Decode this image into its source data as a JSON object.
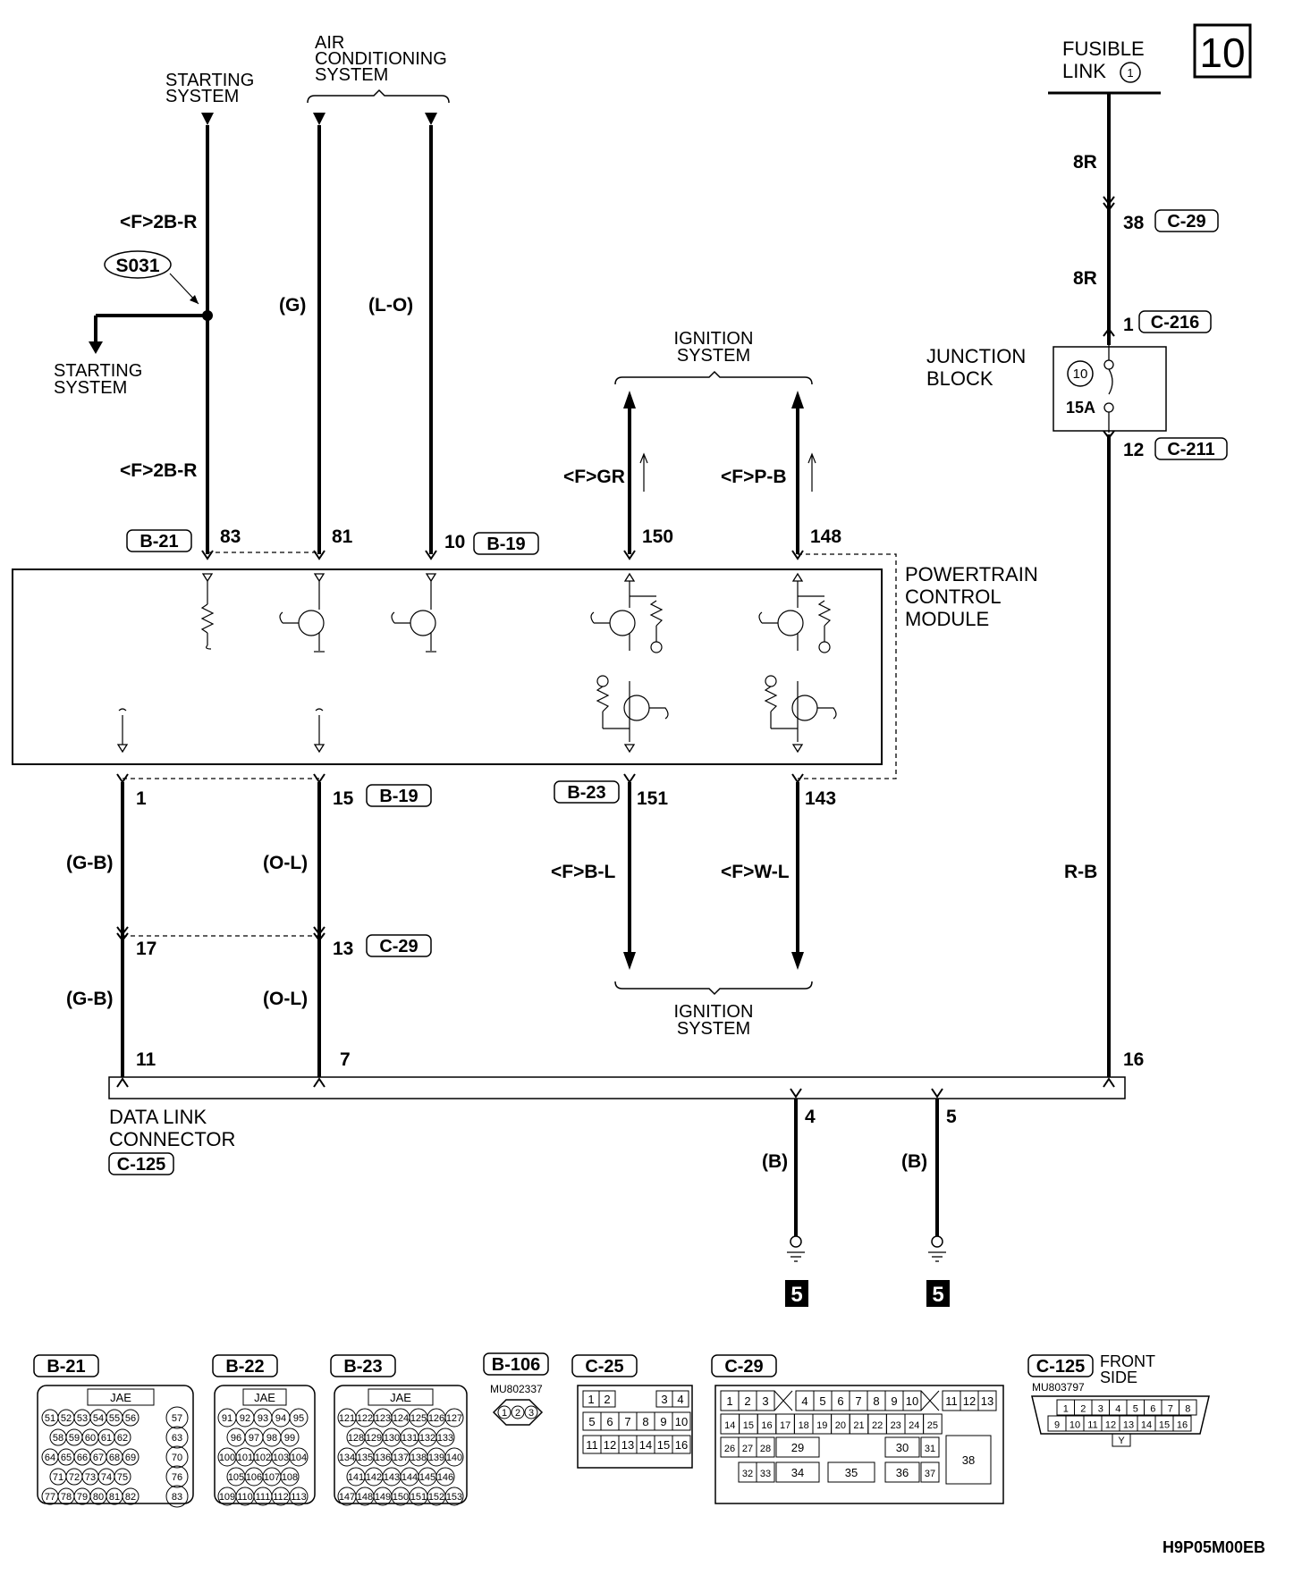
{
  "page_number": "10",
  "diagram_code": "H9P05M00EB",
  "top_labels": {
    "starting_system_top": [
      "STARTING",
      "SYSTEM"
    ],
    "air_conditioning": [
      "AIR",
      "CONDITIONING",
      "SYSTEM"
    ],
    "fusible_link": [
      "FUSIBLE",
      "LINK"
    ],
    "fusible_link_num": "1",
    "starting_system_branch": [
      "STARTING",
      "SYSTEM"
    ],
    "ignition_top": [
      "IGNITION",
      "SYSTEM"
    ],
    "ignition_bottom": [
      "IGNITION",
      "SYSTEM"
    ]
  },
  "splice": "S031",
  "junction_block": {
    "label": [
      "JUNCTION",
      "BLOCK"
    ],
    "fuse_num": "10",
    "fuse_rating": "15A"
  },
  "pcm_label": [
    "POWERTRAIN",
    "CONTROL",
    "MODULE"
  ],
  "dlc_label": [
    "DATA LINK",
    "CONNECTOR"
  ],
  "dlc_connector": "C-125",
  "wire_colors": {
    "w83_a": "<F>2B-R",
    "w83_b": "<F>2B-R",
    "w81": "(G)",
    "w10": "(L-O)",
    "w150": "<F>GR",
    "w148": "<F>P-B",
    "fuse_a": "8R",
    "fuse_b": "8R",
    "w1_a": "(G-B)",
    "w1_b": "(G-B)",
    "w15_a": "(O-L)",
    "w15_b": "(O-L)",
    "w151": "<F>B-L",
    "w143": "<F>W-L",
    "rb": "R-B",
    "gnd4": "(B)",
    "gnd5": "(B)"
  },
  "pins": {
    "p83": "83",
    "p81": "81",
    "p10": "10",
    "p150": "150",
    "p148": "148",
    "p1": "1",
    "p15": "15",
    "p151": "151",
    "p143": "143",
    "p17": "17",
    "p13": "13",
    "p11": "11",
    "p7": "7",
    "p16": "16",
    "p4": "4",
    "p5": "5",
    "p38": "38",
    "p1b": "1",
    "p12": "12"
  },
  "connector_tags": {
    "b21": "B-21",
    "b19a": "B-19",
    "b19b": "B-19",
    "b23": "B-23",
    "c29a": "C-29",
    "c29b": "C-29",
    "c216": "C-216",
    "c211": "C-211"
  },
  "ground_ids": [
    "5",
    "5"
  ],
  "legend": {
    "b21": {
      "name": "B-21",
      "maker": "JAE",
      "rows": [
        [
          "51",
          "52",
          "53",
          "54",
          "55",
          "56",
          "57"
        ],
        [
          "58",
          "59",
          "60",
          "61",
          "62",
          "63"
        ],
        [
          "64",
          "65",
          "66",
          "67",
          "68",
          "69",
          "70"
        ],
        [
          "71",
          "72",
          "73",
          "74",
          "75",
          "76"
        ],
        [
          "77",
          "78",
          "79",
          "80",
          "81",
          "82",
          "83"
        ]
      ]
    },
    "b22": {
      "name": "B-22",
      "maker": "JAE",
      "rows": [
        [
          "91",
          "92",
          "93",
          "94",
          "95"
        ],
        [
          "96",
          "97",
          "98",
          "99"
        ],
        [
          "100",
          "101",
          "102",
          "103",
          "104"
        ],
        [
          "105",
          "106",
          "107",
          "108"
        ],
        [
          "109",
          "110",
          "111",
          "112",
          "113"
        ]
      ]
    },
    "b23": {
      "name": "B-23",
      "maker": "JAE",
      "rows": [
        [
          "121",
          "122",
          "123",
          "124",
          "125",
          "126",
          "127"
        ],
        [
          "128",
          "129",
          "130",
          "131",
          "132",
          "133"
        ],
        [
          "134",
          "135",
          "136",
          "137",
          "138",
          "139",
          "140"
        ],
        [
          "141",
          "142",
          "143",
          "144",
          "145",
          "146"
        ],
        [
          "147",
          "148",
          "149",
          "150",
          "151",
          "152",
          "153"
        ]
      ]
    },
    "b106": {
      "name": "B-106",
      "part": "MU802337",
      "pins": [
        "1",
        "2",
        "3"
      ]
    },
    "c25": {
      "name": "C-25",
      "rows": [
        [
          "1",
          "2",
          "3",
          "4"
        ],
        [
          "5",
          "6",
          "7",
          "8",
          "9",
          "10"
        ],
        [
          "11",
          "12",
          "13",
          "14",
          "15",
          "16"
        ]
      ]
    },
    "c29": {
      "name": "C-29",
      "row1": [
        "1",
        "2",
        "3",
        "4",
        "5",
        "6",
        "7",
        "8",
        "9",
        "10",
        "11",
        "12",
        "13"
      ],
      "row2": [
        "14",
        "15",
        "16",
        "17",
        "18",
        "19",
        "20",
        "21",
        "22",
        "23",
        "24",
        "25"
      ],
      "row3": [
        "26",
        "27",
        "28",
        "29",
        "30",
        "31"
      ],
      "row4": [
        "32",
        "33",
        "34",
        "35",
        "36",
        "37"
      ],
      "big": "38"
    },
    "c125": {
      "name": "C-125",
      "part": "MU803797",
      "side": [
        "FRONT",
        "SIDE"
      ],
      "row1": [
        "1",
        "2",
        "3",
        "4",
        "5",
        "6",
        "7",
        "8"
      ],
      "row2": [
        "9",
        "10",
        "11",
        "12",
        "13",
        "14",
        "15",
        "16"
      ],
      "key": "Y"
    }
  }
}
